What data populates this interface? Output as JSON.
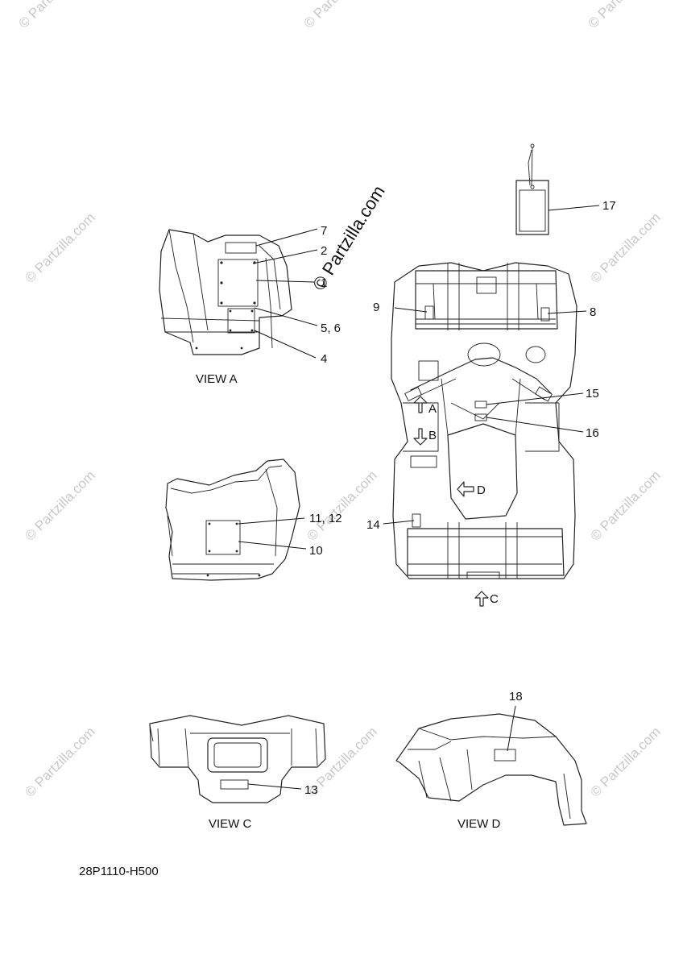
{
  "watermark": {
    "text": "© Partzilla.com",
    "center_text": "© Partzilla.com"
  },
  "views": {
    "view_a": "VIEW A",
    "view_c": "VIEW C",
    "view_d": "VIEW D"
  },
  "view_arrows": {
    "a": "A",
    "b": "B",
    "c": "C",
    "d": "D"
  },
  "callouts": {
    "c1": "1",
    "c2": "2",
    "c4": "4",
    "c5_6": "5, 6",
    "c7": "7",
    "c8": "8",
    "c9": "9",
    "c10": "10",
    "c11_12": "11, 12",
    "c13": "13",
    "c14": "14",
    "c15": "15",
    "c16": "16",
    "c17": "17",
    "c18": "18"
  },
  "diagram_code": "28P1110-H500"
}
